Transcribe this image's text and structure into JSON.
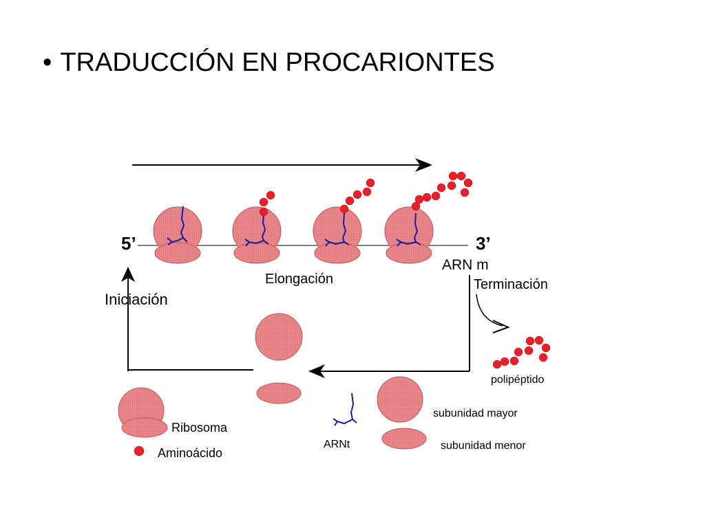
{
  "slide": {
    "bullet": "•",
    "title": "TRADUCCIÓN EN PROCARIONTES"
  },
  "diagram": {
    "labels": {
      "five_prime": "5’",
      "three_prime": "3’",
      "mrna": "ARN m",
      "elongation": "Elongación",
      "initiation": "Iniciación",
      "termination": "Terminación",
      "polypeptide": "polipéptido",
      "large_subunit": "subunidad mayor",
      "small_subunit": "subunidad menor",
      "trna": "ARNt"
    },
    "legend": {
      "ribosome": "Ribosoma",
      "amino_acid": "Aminoácido"
    },
    "colors": {
      "subunit_fill": "#e8878a",
      "subunit_stroke": "#b85a5e",
      "amino_acid": "#e8202a",
      "trna": "#1a1a9c",
      "line": "#000000"
    }
  }
}
